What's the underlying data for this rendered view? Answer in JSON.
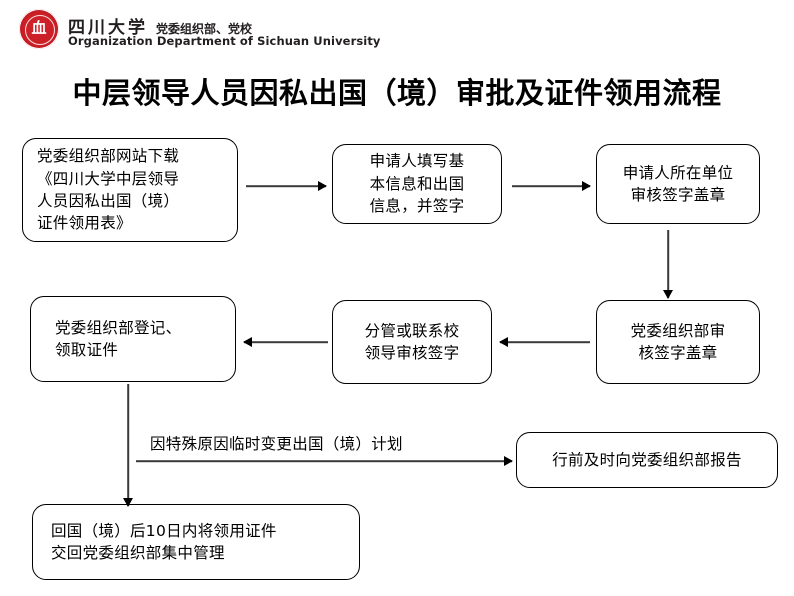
{
  "header": {
    "logo_icon": "sichuan-university-seal-icon",
    "logo_color": "#c91f26",
    "university_name": "四川大学",
    "department_cn": "党委组织部、党校",
    "department_en": "Organization Department of Sichuan University"
  },
  "title": "中层领导人员因私出国（境）审批及证件领用流程",
  "flowchart": {
    "type": "process-flow",
    "nodes": [
      {
        "id": "download",
        "label": "党委组织部网站下载\n《四川大学中层领导\n人员因私出国（境）\n证件领用表》"
      },
      {
        "id": "fill",
        "label": "申请人填写基\n本信息和出国\n信息，并签字"
      },
      {
        "id": "unit",
        "label": "申请人所在单位\n审核签字盖章"
      },
      {
        "id": "party",
        "label": "党委组织部审\n核签字盖章"
      },
      {
        "id": "leader",
        "label": "分管或联系校\n领导审核签字"
      },
      {
        "id": "register",
        "label": "党委组织部登记、\n领取证件"
      },
      {
        "id": "report",
        "label": "行前及时向党委组织部报告"
      },
      {
        "id": "return",
        "label": "回国（境）后10日内将领用证件\n交回党委组织部集中管理"
      }
    ],
    "edges": [
      {
        "from": "download",
        "to": "fill",
        "direction": "right",
        "label": ""
      },
      {
        "from": "fill",
        "to": "unit",
        "direction": "right",
        "label": ""
      },
      {
        "from": "unit",
        "to": "party",
        "direction": "down",
        "label": ""
      },
      {
        "from": "party",
        "to": "leader",
        "direction": "left",
        "label": ""
      },
      {
        "from": "leader",
        "to": "register",
        "direction": "left",
        "label": ""
      },
      {
        "from": "register",
        "to": "return",
        "direction": "down",
        "label": ""
      },
      {
        "from": "register",
        "to": "report",
        "direction": "right",
        "label": "因特殊原因临时变更出国（境）计划"
      }
    ],
    "edge_label": "因特殊原因临时变更出国（境）计划"
  }
}
